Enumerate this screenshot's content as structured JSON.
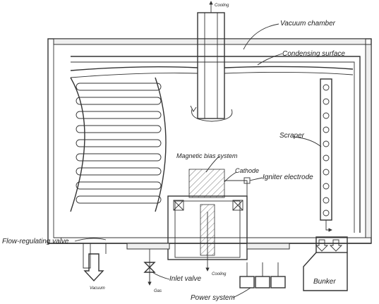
{
  "labels": {
    "vacuum_chamber": "Vacuum chamber",
    "condensing_surface": "Condensing surface",
    "scraper": "Scraper",
    "magnetic_bias_system": "Magnetic bias system",
    "cathode": "Cathode",
    "igniter_electrode": "Igniter electrode",
    "flow_regulating_valve": "Flow-regulating valve",
    "inlet_valve": "Inlet valve",
    "power_system": "Power system",
    "bunker": "Bunker",
    "vacuum": "Vacuum",
    "gas": "Gas",
    "cooling_top": "Cooling",
    "cooling_bottom": "Cooling"
  }
}
